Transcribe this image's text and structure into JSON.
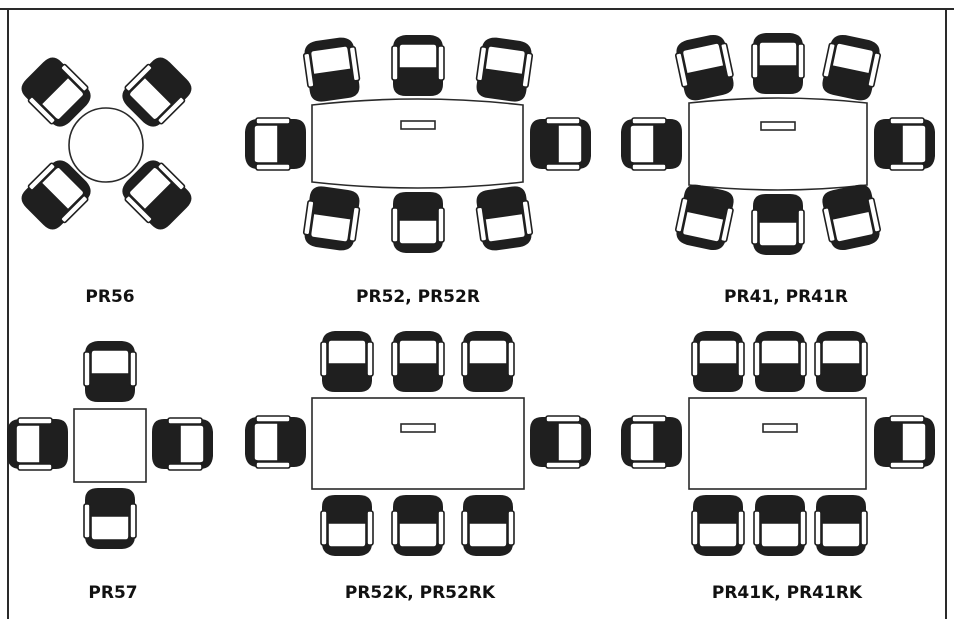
{
  "layouts": [
    {
      "id": "pr56",
      "label": "PR56",
      "table": "round",
      "chairs": 4
    },
    {
      "id": "pr52",
      "label": "PR52, PR52R",
      "table": "barrel",
      "chairs": 8
    },
    {
      "id": "pr41",
      "label": "PR41, PR41R",
      "table": "barrel",
      "chairs": 8
    },
    {
      "id": "pr57",
      "label": "PR57",
      "table": "square",
      "chairs": 4
    },
    {
      "id": "pr52k",
      "label": "PR52K, PR52RK",
      "table": "rectangle",
      "chairs": 8
    },
    {
      "id": "pr41k",
      "label": "PR41K, PR41RK",
      "table": "rectangle",
      "chairs": 8
    }
  ],
  "colors": {
    "ink": "#1f1f1f",
    "background": "#ffffff"
  }
}
